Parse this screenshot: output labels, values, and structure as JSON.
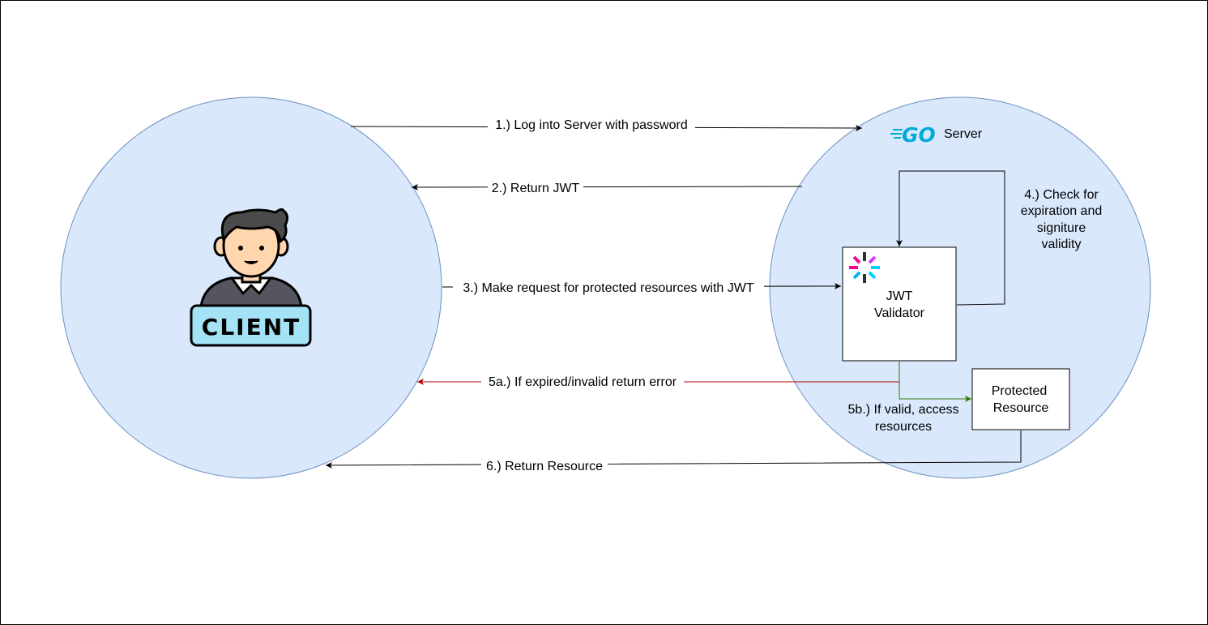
{
  "client": {
    "badge_text": "CLIENT"
  },
  "server": {
    "logo_text": "GO",
    "label": "Server"
  },
  "validator": {
    "line1": "JWT",
    "line2": "Validator"
  },
  "resource": {
    "line1": "Protected",
    "line2": "Resource"
  },
  "steps": {
    "s1": "1.) Log into Server with password",
    "s2": "2.) Return JWT",
    "s3": "3.) Make request for protected resources with JWT",
    "s4_line1": "4.) Check for",
    "s4_line2": "expiration and",
    "s4_line3": "signiture",
    "s4_line4": "validity",
    "s5a": "5a.) If expired/invalid return error",
    "s5b_line1": "5b.) If valid, access",
    "s5b_line2": "resources",
    "s6": "6.) Return Resource"
  },
  "colors": {
    "zone_fill": "#dae8fc",
    "zone_stroke": "#6c8ebf",
    "go_blue": "#00acd7",
    "error_red": "#b20000",
    "success_green": "#2d7600",
    "badge_fill": "#a3e3f5",
    "hair": "#4a4a4a",
    "skin": "#ffd6ae"
  }
}
